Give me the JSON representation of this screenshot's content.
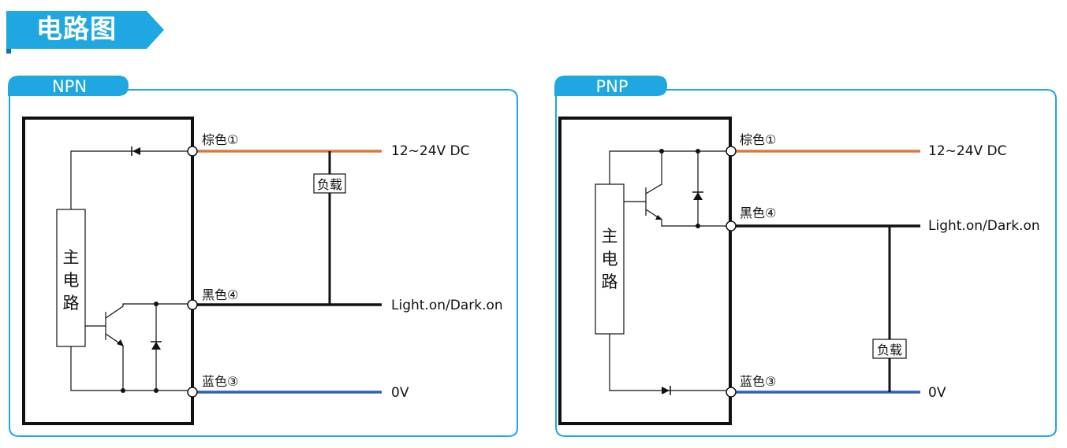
{
  "header": {
    "title": "电路图"
  },
  "colors": {
    "accent": "#1ea7e1",
    "brown": "#d97a3a",
    "blue": "#2b62b5",
    "wire": "#111111"
  },
  "npn": {
    "tab_label": "NPN",
    "main_circuit_label": "主电路",
    "brown_label": "棕色①",
    "black_label": "黑色④",
    "blue_label": "蓝色③",
    "supply_label": "12~24V DC",
    "output_label": "Light.on/Dark.on",
    "ground_label": "0V",
    "load_label": "负载"
  },
  "pnp": {
    "tab_label": "PNP",
    "main_circuit_label": "主电路",
    "brown_label": "棕色①",
    "black_label": "黑色④",
    "blue_label": "蓝色③",
    "supply_label": "12~24V DC",
    "output_label": "Light.on/Dark.on",
    "ground_label": "0V",
    "load_label": "负载"
  }
}
